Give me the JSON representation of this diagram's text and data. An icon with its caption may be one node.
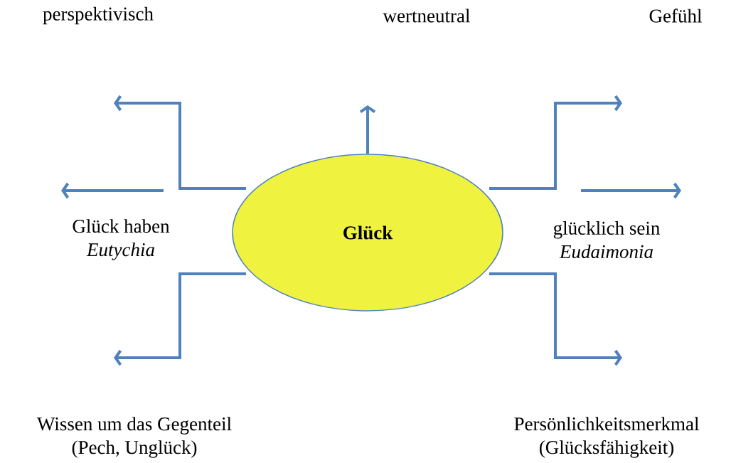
{
  "diagram": {
    "nodes": [
      {
        "text": [
          "Glück"
        ]
      },
      {
        "text": [
          "perspektivisch"
        ]
      },
      {
        "text": [
          "wertneutral"
        ]
      },
      {
        "text": [
          "Gefühl"
        ]
      },
      {
        "text": [
          "Glück haben",
          "Eutychia"
        ]
      },
      {
        "text": [
          "glücklich sein",
          "Eudaimonia"
        ]
      },
      {
        "text": [
          "Wissen um das Gegenteil",
          "(Pech, Unglück)"
        ]
      },
      {
        "text": [
          "Persönlichkeitsmerkmal",
          "(Glücksfähigkeit)"
        ]
      }
    ],
    "edges": [
      {
        "from": 0,
        "to": null,
        "arrow": "to"
      },
      {
        "from": 0,
        "to": null,
        "arrow": "to"
      },
      {
        "from": 0,
        "to": null,
        "arrow": "to"
      },
      {
        "from": 0,
        "to": 6,
        "arrow": "to"
      },
      {
        "from": 0,
        "to": 7,
        "arrow": "to"
      }
    ]
  }
}
